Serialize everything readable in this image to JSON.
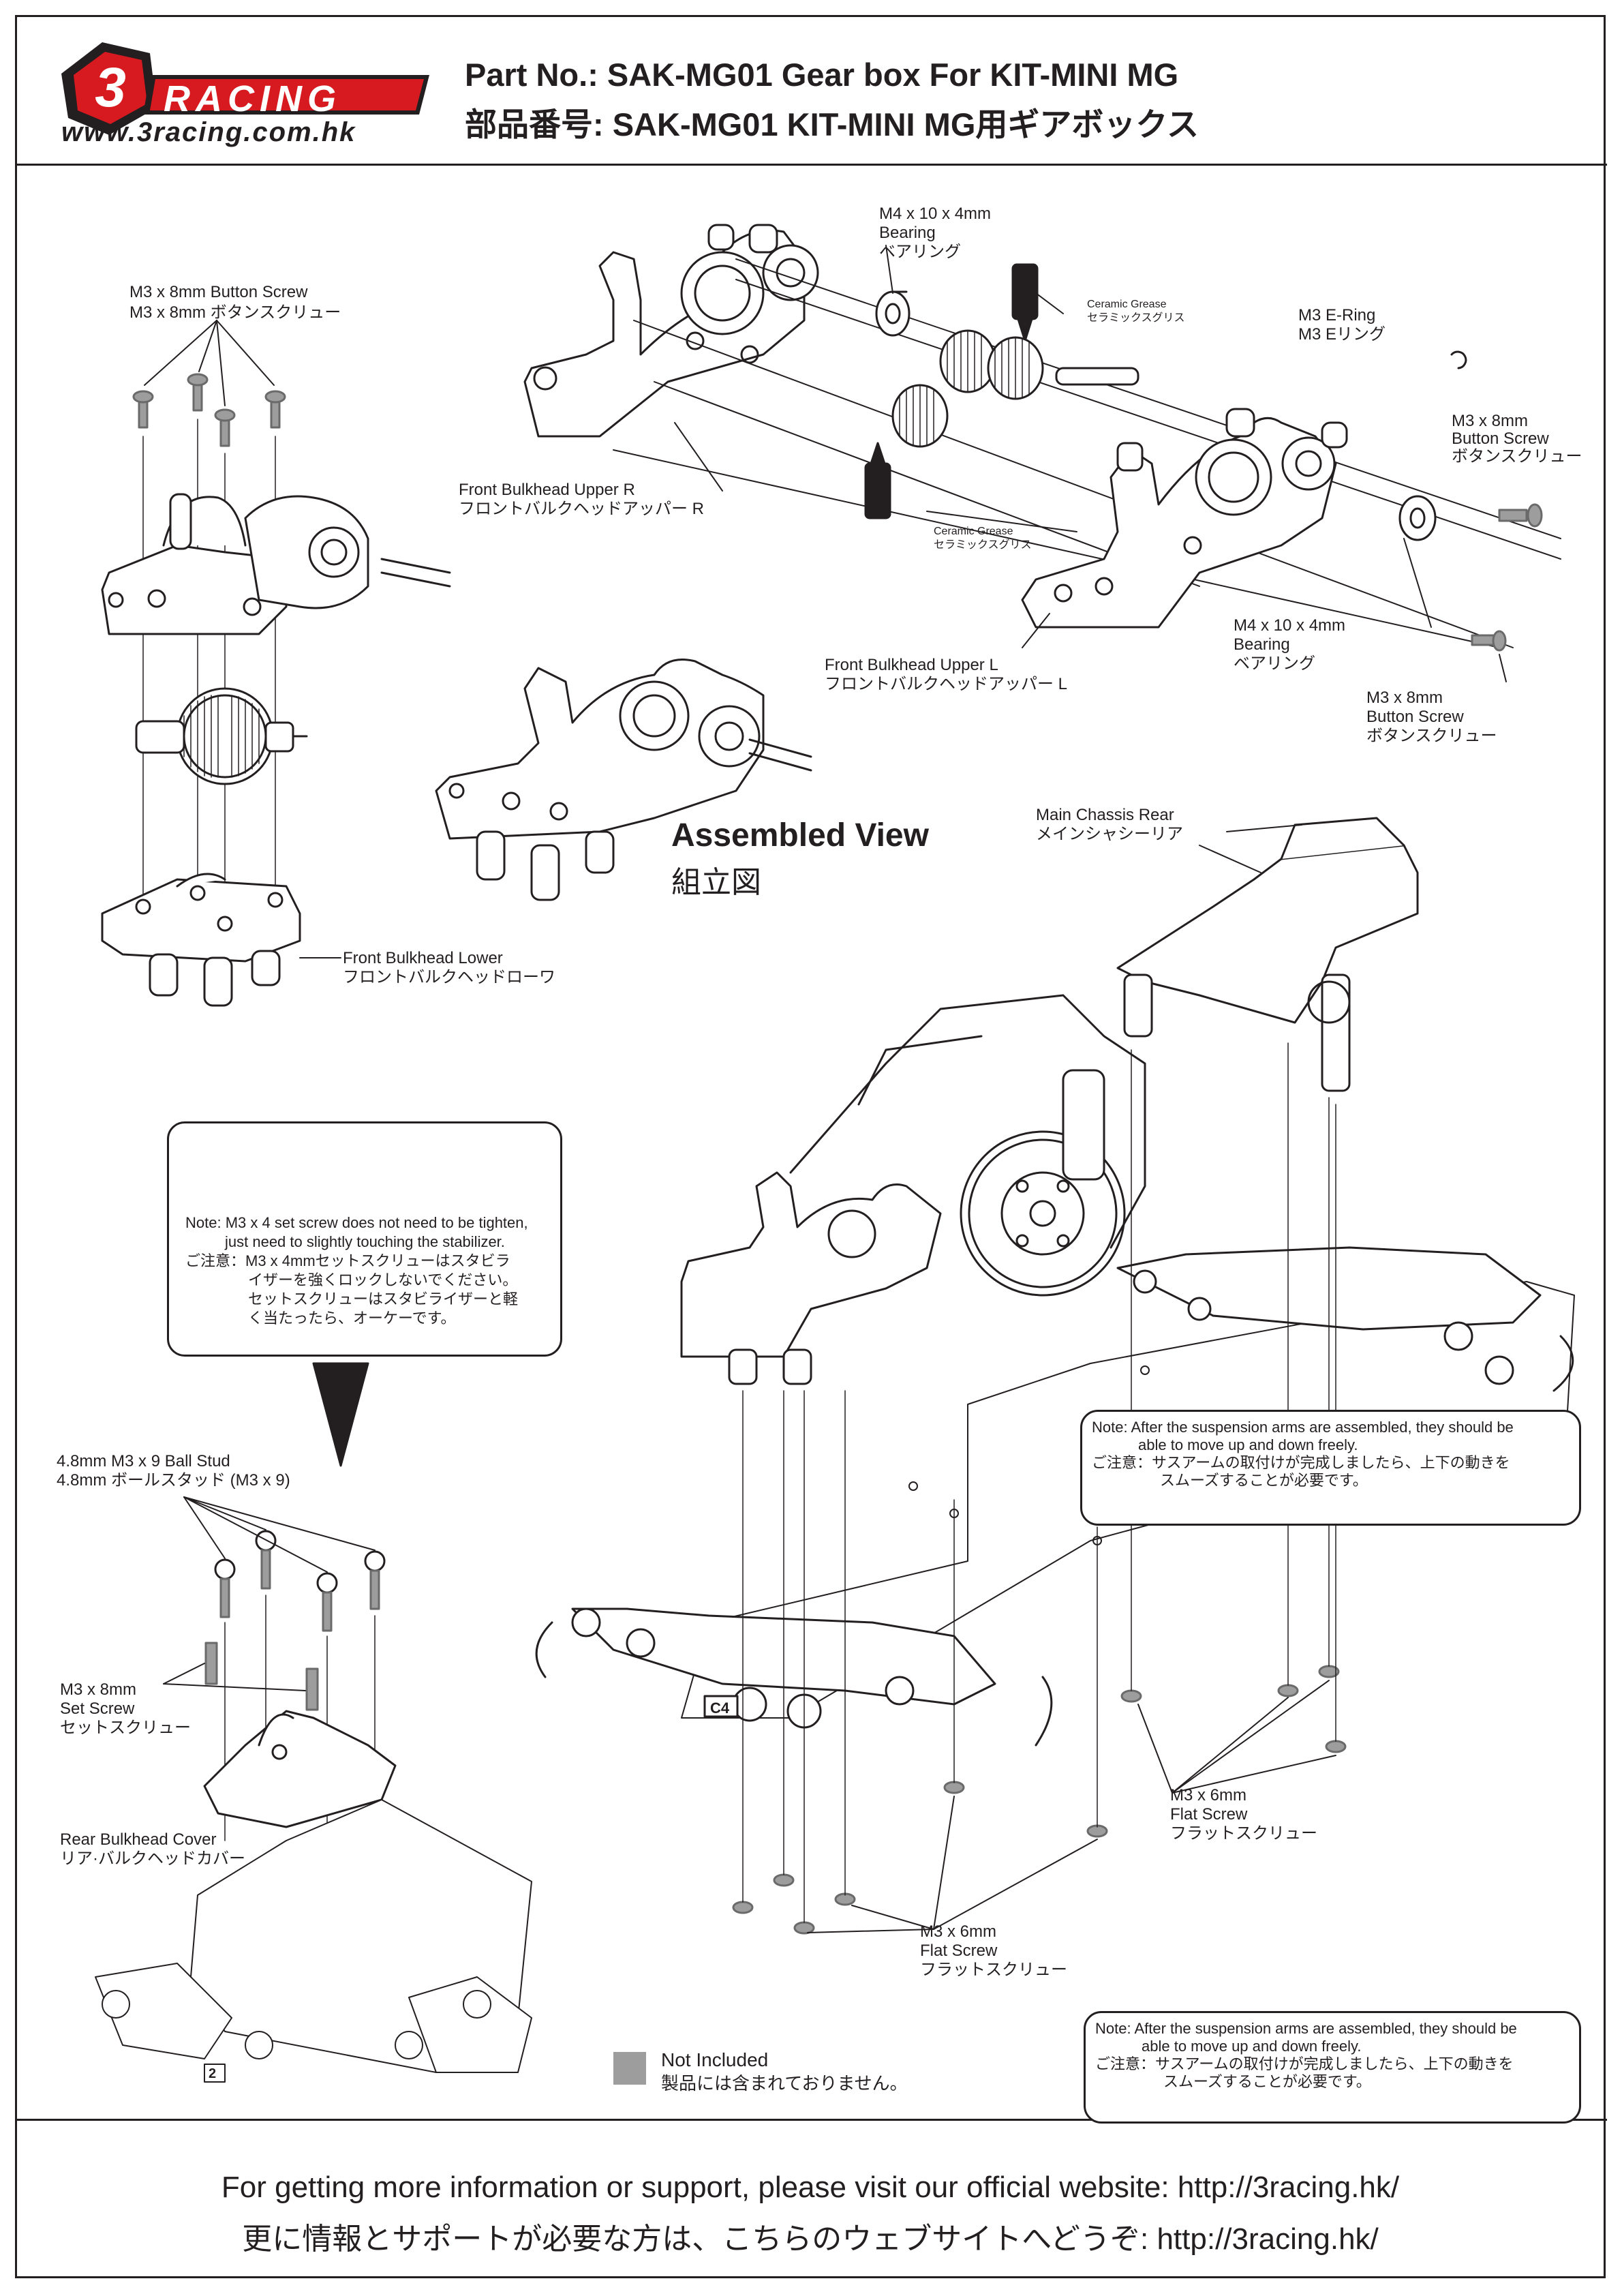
{
  "header": {
    "logo_text": "RACING",
    "logo_url": "www.3racing.com.hk",
    "part_no_en": "Part No.: SAK-MG01 Gear box For KIT-MINI MG",
    "part_no_jp": "部品番号: SAK-MG01 KIT-MINI MG用ギアボックス"
  },
  "labels": {
    "m3x8_button_top_en": "M3 x 8mm Button Screw",
    "m3x8_button_top_jp": "M3 x 8mm ボタンスクリュー",
    "bearing1_l1": "M4 x 10 x 4mm",
    "bearing1_l2": "Bearing",
    "bearing1_l3": "ベアリング",
    "grease1_en": "Ceramic Grease",
    "grease1_jp": "セラミックスグリス",
    "eclip_en": "M3 E-Ring",
    "eclip_jp": "M3 Eリング",
    "m3x8_right_l1": "M3 x 8mm",
    "m3x8_right_l2": "Button Screw",
    "m3x8_right_l3": "ボタンスクリュー",
    "upper_r_en": "Front Bulkhead Upper R",
    "upper_r_jp": "フロントバルクヘッドアッパー R",
    "grease2_en": "Ceramic Grease",
    "grease2_jp": "セラミックスグリス",
    "bearing2_l1": "M4 x 10 x 4mm",
    "bearing2_l2": "Bearing",
    "bearing2_l3": "ベアリング",
    "upper_l_en": "Front Bulkhead Upper L",
    "upper_l_jp": "フロントバルクヘッドアッパー L",
    "m3x8_low_l1": "M3 x 8mm",
    "m3x8_low_l2": "Button Screw",
    "m3x8_low_l3": "ボタンスクリュー",
    "assembled_en": "Assembled View",
    "assembled_jp": "組立図",
    "lower_en": "Front Bulkhead Lower",
    "lower_jp": "フロントバルクヘッドローワ",
    "chassis_rear_en": "Main Chassis Rear",
    "chassis_rear_jp": "メインシャシーリア",
    "ballstud_en": "4.8mm M3 x 9 Ball Stud",
    "ballstud_jp": "4.8mm ボールスタッド (M3 x 9)",
    "setscrew_l1": "M3 x 8mm",
    "setscrew_l2": "Set Screw",
    "setscrew_l3": "セットスクリュー",
    "rear_cover_en": "Rear Bulkhead Cover",
    "rear_cover_jp": "リア·バルクヘッドカバー",
    "flat1_l1": "M3 x 6mm",
    "flat1_l2": "Flat Screw",
    "flat1_l3": "フラットスクリュー",
    "flat2_l1": "M3 x 6mm",
    "flat2_l2": "Flat Screw",
    "flat2_l3": "フラットスクリュー",
    "part_c4": "C4",
    "part_2": "2"
  },
  "notes": {
    "stabilizer": [
      "Note: M3 x 4 set screw does not need to be tighten,",
      "just need to slightly touching the stabilizer.",
      "ご注意：M3 x 4mmセットスクリューはスタビラ",
      "イザーを強くロックしないでください。",
      "セットスクリューはスタビライザーと軽",
      "く当たったら、オーケーです。"
    ],
    "suspension_mid": [
      "Note: After the suspension arms are assembled, they should be",
      "able to move up and down freely.",
      "ご注意：サスアームの取付けが完成しましたら、上下の動きを",
      "スムーズすることが必要です。"
    ],
    "suspension_low": [
      "Note: After the suspension arms are assembled, they should be",
      "able to move up and down freely.",
      "ご注意：サスアームの取付けが完成しましたら、上下の動きを",
      "スムーズすることが必要です。"
    ]
  },
  "legend": {
    "en": "Not Included",
    "jp": "製品には含まれておりません。",
    "color": "#9d9d9d"
  },
  "footer": {
    "en": "For getting more information or support, please visit our official website: http://3racing.hk/",
    "jp": "更に情報とサポートが必要な方は、こちらのウェブサイトへどうぞ: http://3racing.hk/"
  },
  "colors": {
    "ink": "#231f20",
    "logo_red": "#d71920",
    "screw_grey": "#9d9d9d"
  }
}
